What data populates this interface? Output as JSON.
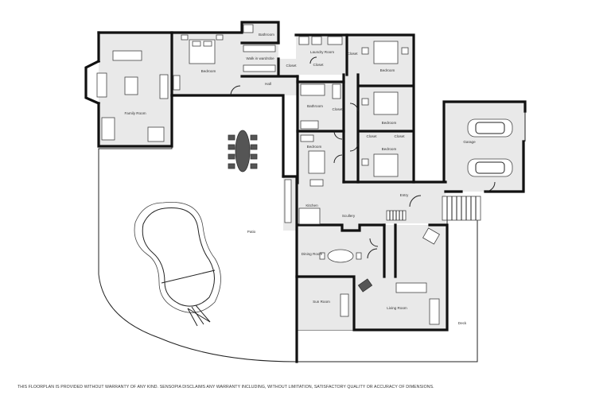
{
  "rooms": {
    "family_room": "Family Room",
    "bedroom_1": "Bedroom",
    "bathroom_top": "Bathroom",
    "walk_in_wardrobe": "Walk in wardrobe",
    "hall": "Hall",
    "closet_hall": "Closet",
    "laundry_room": "Laundry Room",
    "closet_laundry": "Closet",
    "closet_upper": "Closet",
    "bedroom_2": "Bedroom",
    "bathroom_mid": "Bathroom",
    "closet_bath": "Closet",
    "bedroom_3": "Bedroom",
    "closet_mid_left": "Closet",
    "closet_mid_right": "Closet",
    "bedroom_4": "Bedroom",
    "bedroom_5": "Bedroom",
    "garage": "Garage",
    "entry": "Entry",
    "kitchen": "Kitchen",
    "scullery": "Scullery",
    "patio": "Patio",
    "dining_room": "Dining Room",
    "sun_room": "Sun Room",
    "living_room": "Living Room",
    "deck": "Deck"
  },
  "disclaimer": "THIS FLOORPLAN IS PROVIDED WITHOUT WARRANTY OF ANY KIND. SENSOPIA DISCLAIMS ANY WARRANTY INCLUDING, WITHOUT LIMITATION, SATISFACTORY QUALITY OR ACCURACY OF DIMENSIONS."
}
